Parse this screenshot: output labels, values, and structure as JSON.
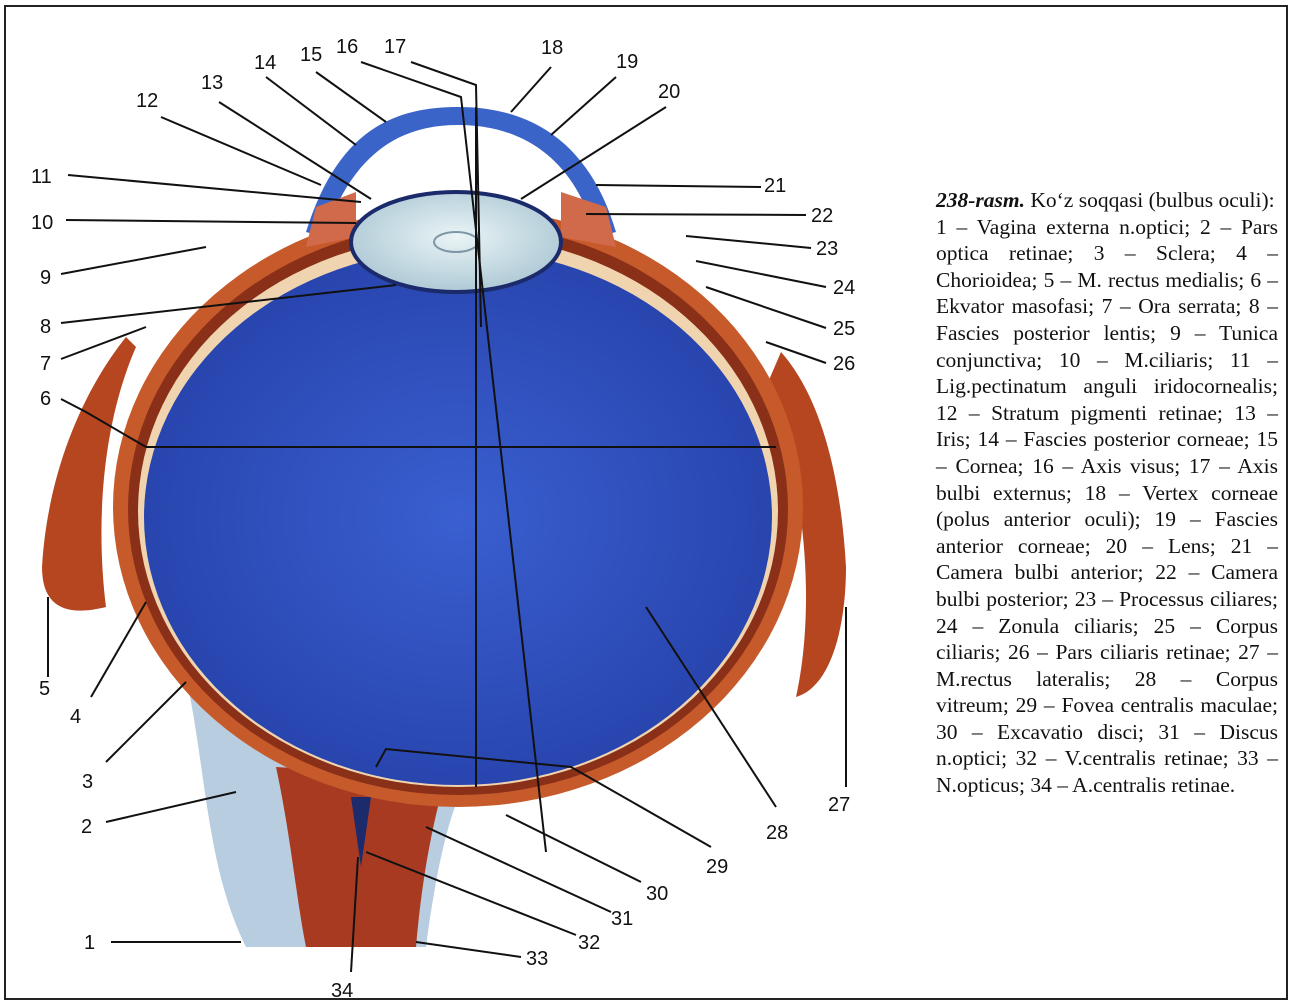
{
  "caption": {
    "title": "238-rasm.",
    "heading": "Ko‘z soqqasi (bulbus oculi):",
    "legend": "1 – Vagina externa n.optici; 2 – Pars optica retinae; 3 – Sclera; 4 – Chorioidea; 5 – M. rectus medialis; 6 – Ekvator masofasi; 7 – Ora serrata; 8 – Fascies posterior lentis; 9 – Tunica conjunctiva; 10 – M.ciliaris; 11 – Lig.pectinatum anguli iridocornealis; 12 – Stratum pigmenti retinae; 13 – Iris; 14 – Fascies posterior corneae; 15 – Cornea; 16 – Axis visus; 17 – Axis bulbi externus; 18 – Vertex corneae (polus anterior oculi); 19 – Fascies anterior corneae; 20 – Lens; 21 – Camera bulbi anterior; 22 – Camera bulbi posterior; 23 – Processus ciliares; 24 – Zonula ciliaris; 25 – Corpus ciliaris; 26 – Pars ciliaris retinae; 27 – M.rectus lateralis; 28 – Corpus vitreum; 29 – Fovea centralis maculae; 30 – Excavatio disci; 31 – Discus n.optici; 32 – V.centralis retinae; 33 – N.opticus; 34 – A.centralis retinae."
  },
  "labels": {
    "n1": "1",
    "n2": "2",
    "n3": "3",
    "n4": "4",
    "n5": "5",
    "n6": "6",
    "n7": "7",
    "n8": "8",
    "n9": "9",
    "n10": "10",
    "n11": "11",
    "n12": "12",
    "n13": "13",
    "n14": "14",
    "n15": "15",
    "n16": "16",
    "n17": "17",
    "n18": "18",
    "n19": "19",
    "n20": "20",
    "n21": "21",
    "n22": "22",
    "n23": "23",
    "n24": "24",
    "n25": "25",
    "n26": "26",
    "n27": "27",
    "n28": "28",
    "n29": "29",
    "n30": "30",
    "n31": "31",
    "n32": "32",
    "n33": "33",
    "n34": "34"
  },
  "colors": {
    "vitreous": "#2f4fc0",
    "sclera_muscle": "#b5461f",
    "lens": "#cfe3ea",
    "nerve_sheath": "#b9cde0"
  }
}
